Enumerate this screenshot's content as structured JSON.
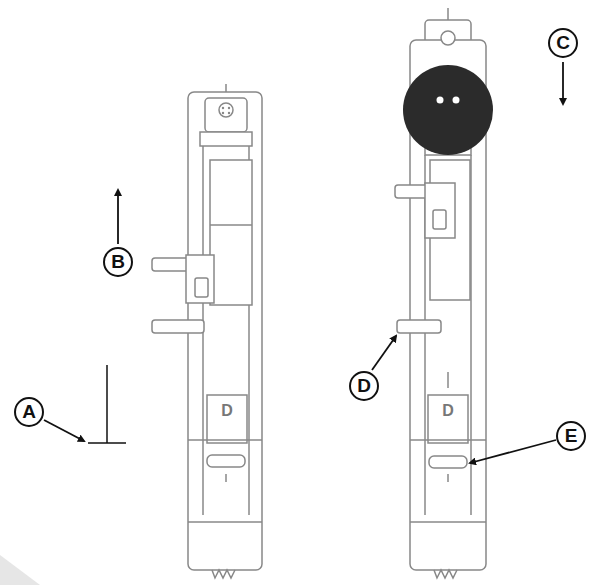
{
  "diagram": {
    "labels": [
      "C",
      "B",
      "D",
      "A",
      "E",
      "D",
      "D"
    ]
  }
}
